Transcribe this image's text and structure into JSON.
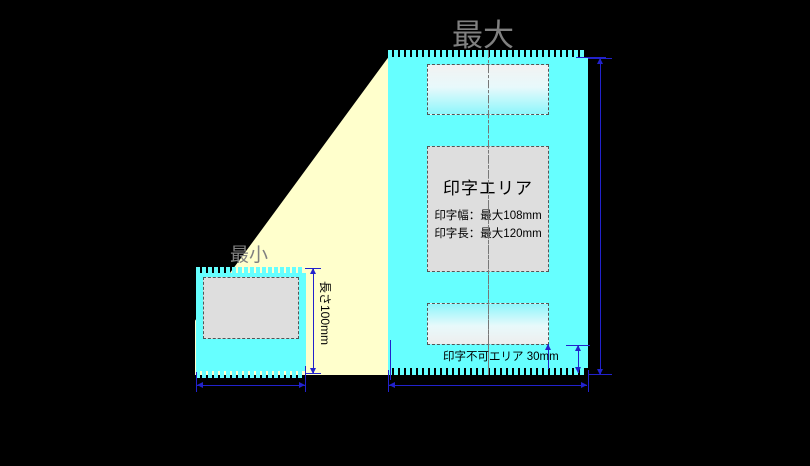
{
  "diagram": {
    "headings": {
      "max_label": "最大",
      "min_label": "最小"
    },
    "print_area": {
      "title": "印字エリア",
      "width_spec": "印字幅：最大108mm",
      "length_spec": "印字長：最大120mm"
    },
    "annotations": {
      "no_print_area": "印字不可エリア 30mm",
      "min_length": "長さ100mm"
    },
    "colors": {
      "label_body": "#66ffff",
      "ramp": "#ffffcc",
      "print_area_fill": "#dedede",
      "dimension_line": "#2222cc",
      "heading_text": "#808080",
      "background": "#000000"
    }
  }
}
